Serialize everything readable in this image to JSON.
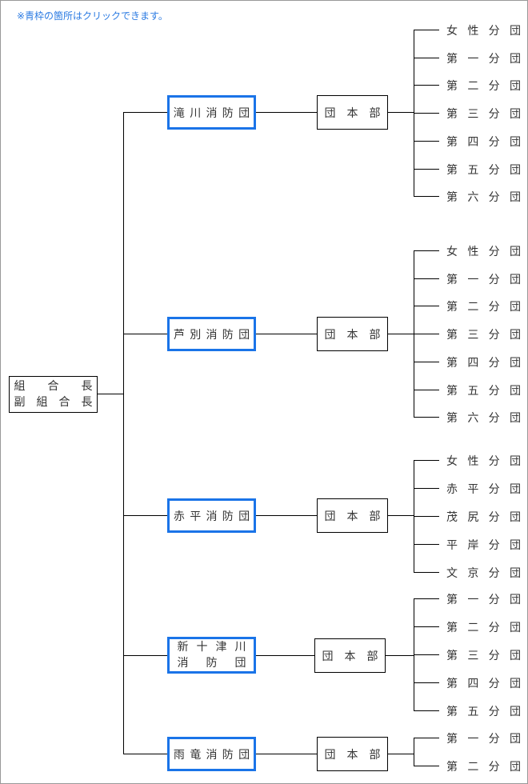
{
  "note": "※青枠の箇所はクリックできます。",
  "root": {
    "line1": "組　　合　　長",
    "line2": "副 組 合 長",
    "line1_chars": [
      "組",
      "合",
      "長"
    ],
    "line2_chars": [
      "副",
      "組",
      "合",
      "長"
    ]
  },
  "brigades": [
    {
      "name": "滝川消防団",
      "clickable": true,
      "hq": "団　本　部",
      "units": [
        "女性分団",
        "第一分団",
        "第二分団",
        "第三分団",
        "第四分団",
        "第五分団",
        "第六分団"
      ]
    },
    {
      "name": "芦別消防団",
      "clickable": true,
      "hq": "団　本　部",
      "units": [
        "女性分団",
        "第一分団",
        "第二分団",
        "第三分団",
        "第四分団",
        "第五分団",
        "第六分団"
      ]
    },
    {
      "name": "赤平消防団",
      "clickable": true,
      "hq": "団　本　部",
      "units": [
        "女性分団",
        "赤平分団",
        "茂尻分団",
        "平岸分団",
        "文京分団"
      ]
    },
    {
      "name": "新十津川消防団",
      "name_line1": [
        "新",
        "十",
        "津",
        "川"
      ],
      "name_line2": [
        "消",
        "防",
        "団"
      ],
      "clickable": true,
      "hq": "団　本　部",
      "units": [
        "第一分団",
        "第二分団",
        "第三分団",
        "第四分団",
        "第五分団"
      ]
    },
    {
      "name": "雨竜消防団",
      "clickable": true,
      "hq": "団　本　部",
      "units": [
        "第一分団",
        "第二分団"
      ]
    }
  ],
  "colors": {
    "clickable_border": "#1a74e8",
    "note_text": "#2a7ae2"
  }
}
